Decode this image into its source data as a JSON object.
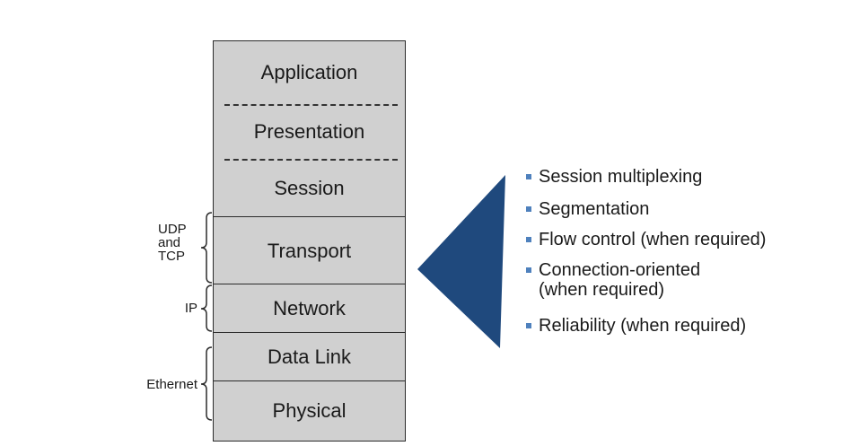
{
  "diagram": {
    "title": "OSI model transport layer functions",
    "layers": [
      {
        "name": "Application"
      },
      {
        "name": "Presentation"
      },
      {
        "name": "Session"
      },
      {
        "name": "Transport"
      },
      {
        "name": "Network"
      },
      {
        "name": "Data Link"
      },
      {
        "name": "Physical"
      }
    ],
    "protocol_labels": {
      "transport": [
        "UDP",
        "and",
        "TCP"
      ],
      "network": "IP",
      "datalink_physical": "Ethernet"
    },
    "functions": [
      {
        "text": "Session multiplexing"
      },
      {
        "text": "Segmentation"
      },
      {
        "text": "Flow control (when required)"
      },
      {
        "text": "Connection-oriented",
        "text2": "(when required)"
      },
      {
        "text": "Reliability (when required)"
      }
    ],
    "colors": {
      "layer_fill": "#d0d0d0",
      "pointer_fill": "#1f497d",
      "bullet": "#4f81bd"
    }
  }
}
